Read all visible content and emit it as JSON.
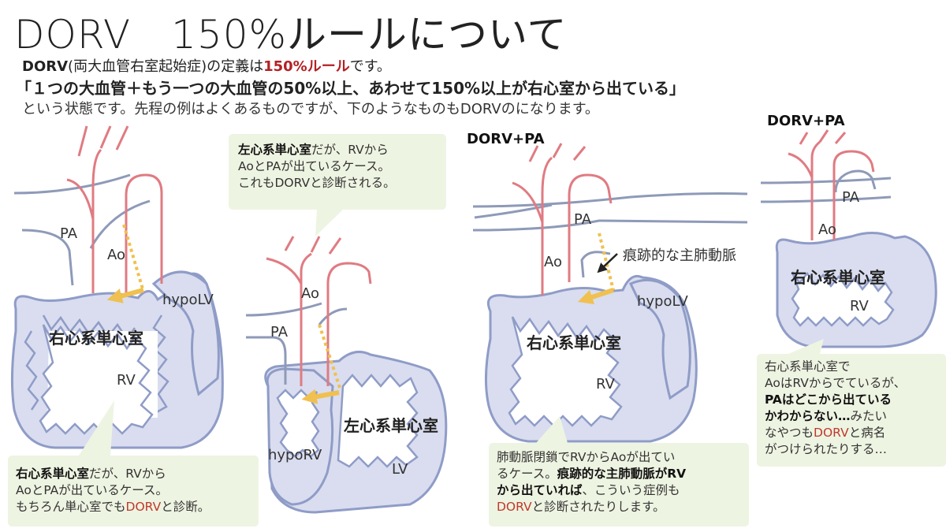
{
  "title": "DORV　150%ルールについて",
  "intro": {
    "line1_a": "DORV",
    "line1_b": "(両大血管右室起始症)",
    "line1_c": "の定義は",
    "line1_d": "150%ルール",
    "line1_e": "です。",
    "line2": "「１つの大血管＋もう一つの大血管の50%以上、あわせて150%以上が右心室から出ている」",
    "line3": "という状態です。先程の例はよくあるものですが、下のようなものもDORVのになります。"
  },
  "panel1": {
    "pa": "PA",
    "ao": "Ao",
    "hypolv": "hypoLV",
    "chamber": "右心系単心室",
    "rv": "RV",
    "note_b": "右心系単心室",
    "note_1": "だが、RVから",
    "note_2": "AoとPAが出ているケース。",
    "note_3": "もちろん単心室でも",
    "note_dorv": "DORV",
    "note_4": "と診断。"
  },
  "panel2": {
    "ao": "Ao",
    "pa": "PA",
    "hyporv": "hypoRV",
    "chamber": "左心系単心室",
    "lv": "LV",
    "note_b": "左心系単心室",
    "note_1": "だが、RVから",
    "note_2": "AoとPAが出ているケース。",
    "note_3": "これもDORVと診断される。"
  },
  "panel3": {
    "heading": "DORV+PA",
    "pa": "PA",
    "ao": "Ao",
    "vestigial": "痕跡的な主肺動脈",
    "hypolv": "hypoLV",
    "chamber": "右心系単心室",
    "rv": "RV",
    "note_1": "肺動脈閉鎖でRVからAoが出てい",
    "note_2": "るケース。",
    "note_b1": "痕跡的な主肺動脈がRV",
    "note_b2": "から出ていれば",
    "note_3": "、こういう症例も",
    "note_dorv": "DORV",
    "note_4": "と診断されたりします。"
  },
  "panel4": {
    "heading": "DORV+PA",
    "pa": "PA",
    "ao": "Ao",
    "chamber": "右心系単心室",
    "rv": "RV",
    "note_1": "右心系単心室で",
    "note_2": "AoはRVからでているが、",
    "note_b1": "PAはどこから出ている",
    "note_b2": "かわからない…",
    "note_3": "みたい",
    "note_4": "なやつも",
    "note_dorv": "DORV",
    "note_5": "と病名",
    "note_6": "がつけられたりする…"
  },
  "colors": {
    "aorta": "#e07b82",
    "pulmonary": "#8e9ab8",
    "chamber_fill": "#d9ddef",
    "chamber_stroke": "#8f9cc7",
    "arrow": "#f0c050",
    "note_bg": "#eef4e2",
    "dorv_red": "#c0392b"
  }
}
